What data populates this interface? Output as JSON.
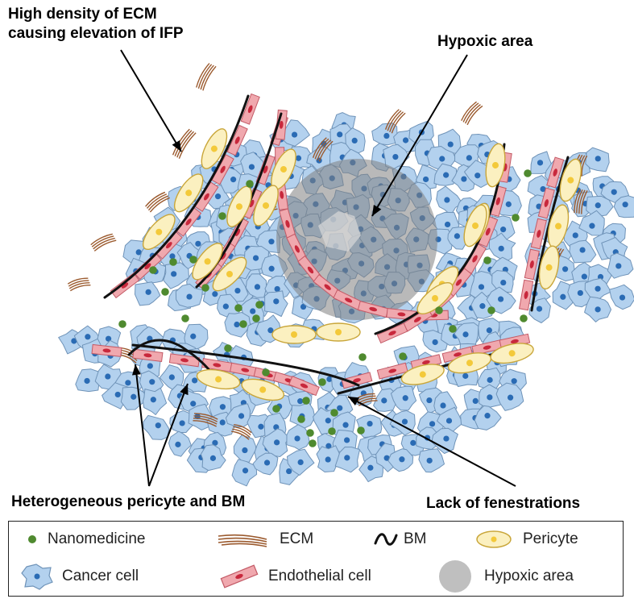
{
  "labels": {
    "ecm_ifp_line1": "High density of ECM",
    "ecm_ifp_line2": "causing elevation of IFP",
    "hypoxic": "Hypoxic area",
    "heterogeneous": "Heterogeneous pericyte and BM",
    "fenestrations": "Lack of fenestrations"
  },
  "legend": {
    "nanomedicine": "Nanomedicine",
    "ecm": "ECM",
    "bm": "BM",
    "pericyte": "Pericyte",
    "cancer_cell": "Cancer cell",
    "endothelial_cell": "Endothelial cell",
    "hypoxic_area": "Hypoxic area"
  },
  "colors": {
    "cancer_cell": "#b3d1ee",
    "cancer_border": "#6f93b8",
    "nucleus": "#2a6bb4",
    "endothelial": "#f0a8ae",
    "endothelial_border": "#c35a66",
    "endo_nucleus": "#c8283c",
    "pericyte": "#fbf0c0",
    "pericyte_border": "#c9a63a",
    "pericyte_nucleus": "#f3c93a",
    "ecm": "#9b5a2e",
    "bm": "#111111",
    "nanomedicine": "#4f8a2f",
    "hypoxic": "#808080"
  }
}
